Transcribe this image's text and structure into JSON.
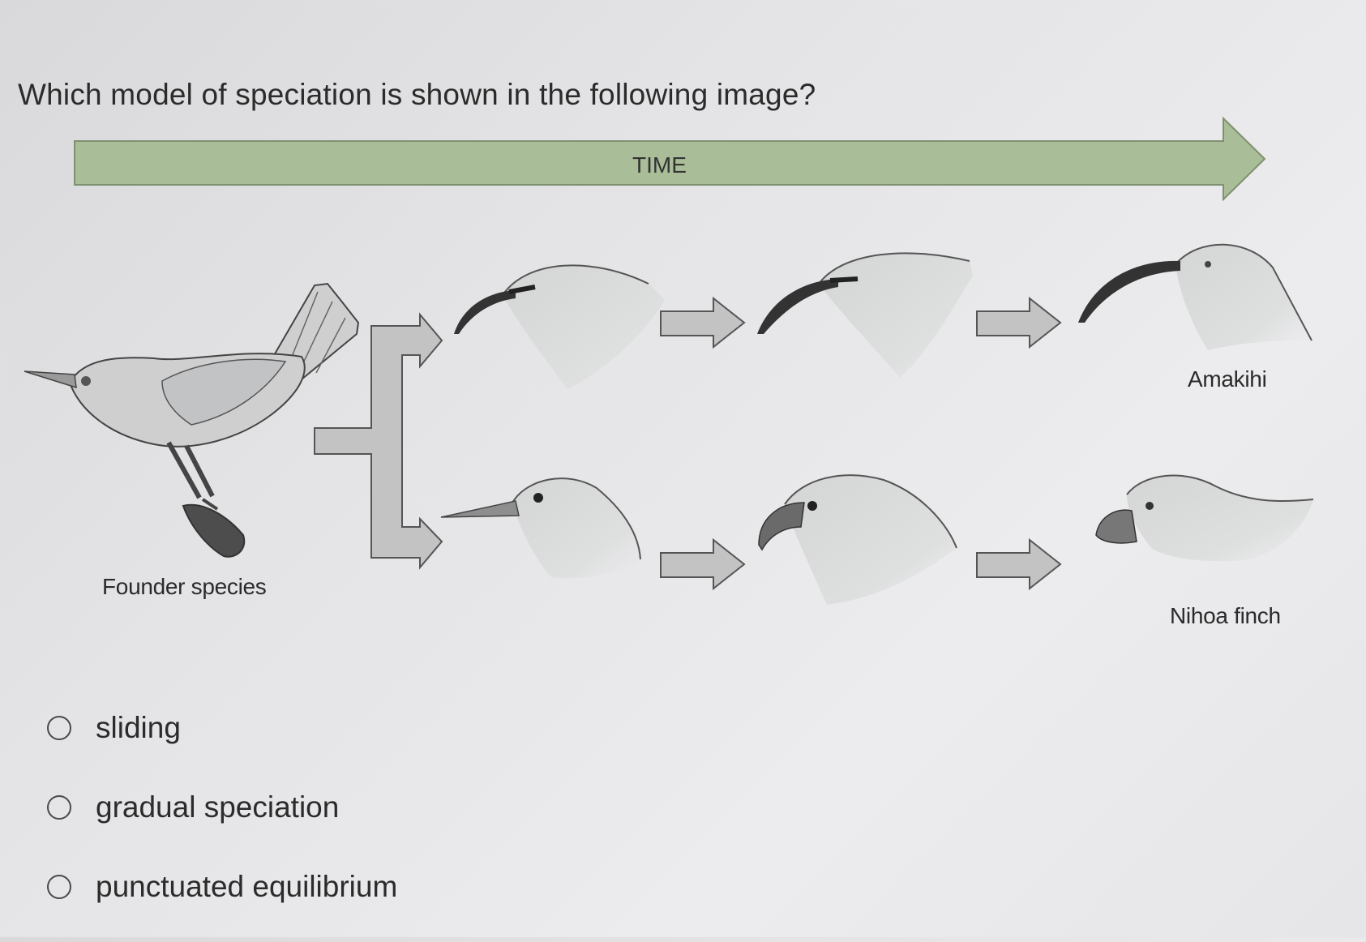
{
  "question": "Which model of speciation is shown in the following image?",
  "diagram": {
    "time_label": "TIME",
    "founder_label": "Founder species",
    "top_label": "Amakihi",
    "bottom_label": "Nihoa finch",
    "colors": {
      "time_arrow": "#a9bd98",
      "flow_arrow": "#c3c3c3",
      "bird": "#cfd0d0"
    }
  },
  "options": [
    {
      "label": "sliding"
    },
    {
      "label": "gradual speciation"
    },
    {
      "label": "punctuated equilibrium"
    }
  ]
}
